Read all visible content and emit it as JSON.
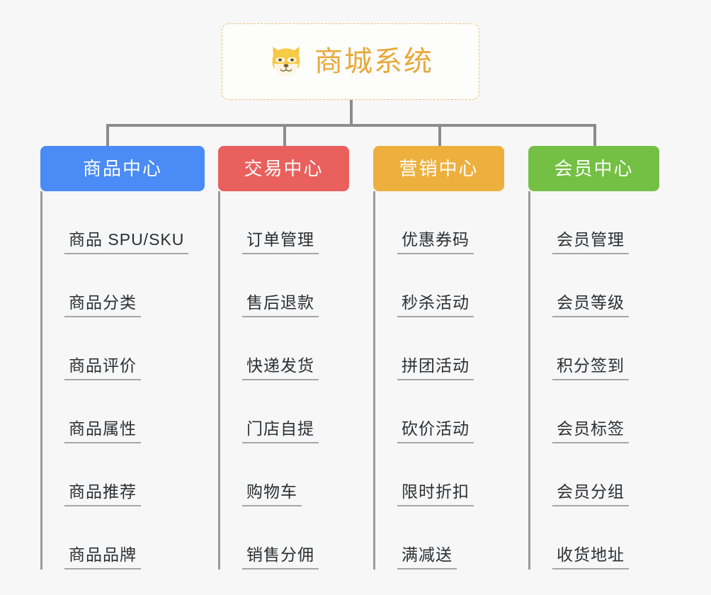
{
  "diagram": {
    "type": "mind-map",
    "background_color": "#f7f7f7",
    "root": {
      "title": "商城系统",
      "icon": "shiba-dog-face-icon",
      "title_color": "#e8a93c",
      "border_color": "#e6c07a",
      "background_color": "#fdfdfc"
    },
    "connector_color": "#8c8c8c",
    "leaf_text_color": "#2b2f33",
    "leaf_underline_color": "#a6a6a6",
    "branches": [
      {
        "label": "商品中心",
        "color": "#4a8bf5",
        "items": [
          "商品 SPU/SKU",
          "商品分类",
          "商品评价",
          "商品属性",
          "商品推荐",
          "商品品牌"
        ]
      },
      {
        "label": "交易中心",
        "color": "#e9605c",
        "items": [
          "订单管理",
          "售后退款",
          "快递发货",
          "门店自提",
          "购物车",
          "销售分佣"
        ]
      },
      {
        "label": "营销中心",
        "color": "#edb03f",
        "items": [
          "优惠券码",
          "秒杀活动",
          "拼团活动",
          "砍价活动",
          "限时折扣",
          "满减送"
        ]
      },
      {
        "label": "会员中心",
        "color": "#74c044",
        "items": [
          "会员管理",
          "会员等级",
          "积分签到",
          "会员标签",
          "会员分组",
          "收货地址"
        ]
      }
    ]
  }
}
